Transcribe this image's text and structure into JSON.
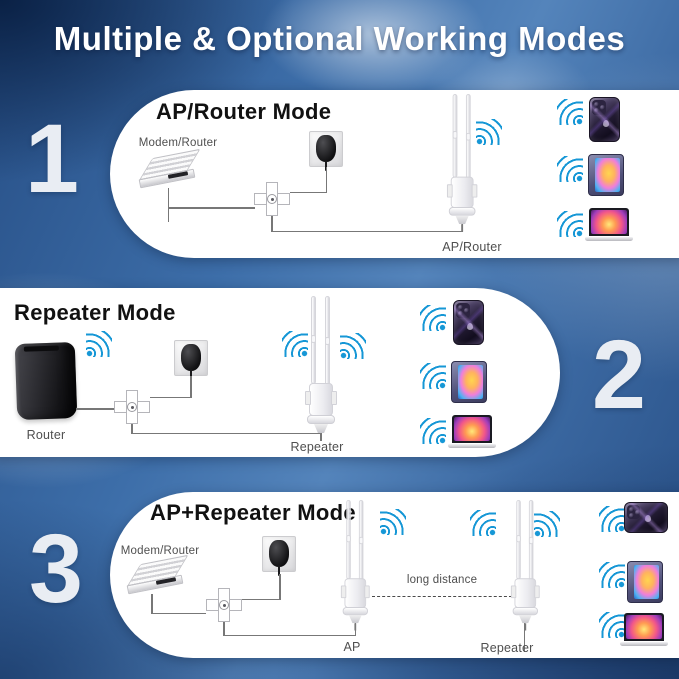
{
  "header": {
    "title": "Multiple & Optional Working Modes"
  },
  "sections": {
    "one": {
      "number": "1",
      "title": "AP/Router Mode",
      "source_label": "Modem/Router",
      "ap_label": "AP/Router"
    },
    "two": {
      "number": "2",
      "title": "Repeater Mode",
      "source_label": "Router",
      "repeater_label": "Repeater"
    },
    "three": {
      "number": "3",
      "title": "AP+Repeater Mode",
      "source_label": "Modem/Router",
      "ap_label": "AP",
      "repeater_label": "Repeater",
      "distance_label": "long distance"
    }
  },
  "icons": {
    "wifi": "wifi-signal-arcs",
    "clients": [
      "smartphone",
      "tablet",
      "laptop"
    ],
    "network": [
      "modem",
      "router",
      "power-adapter",
      "poe-injector",
      "outdoor-ap"
    ]
  },
  "colors": {
    "wifi": "#1697d6",
    "panel_bg": "#ffffff",
    "number_text": "#e9edf3",
    "heading_text": "#111111",
    "label_text": "#4f4f4f",
    "connection_line": "#777777",
    "header_text": "#ffffff",
    "background_blue": "#35679f"
  }
}
